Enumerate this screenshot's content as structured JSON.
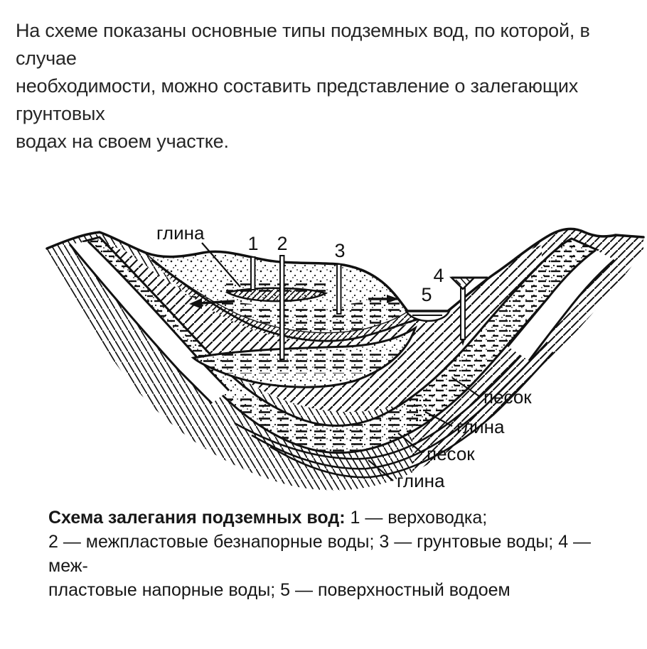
{
  "intro": {
    "lines": [
      "На схеме показаны основные типы подземных вод, по которой, в случае",
      "необходимости, можно составить представление о залегающих грунтовых",
      "водах на своем участке."
    ]
  },
  "diagram": {
    "labels": {
      "clay_top": "глина",
      "sand_right": "песок",
      "clay_right": "глина",
      "sand_lower": "песок",
      "clay_lower": "глина"
    },
    "well_numbers": {
      "w1": "1",
      "w2": "2",
      "w3": "3",
      "w4": "4",
      "w5": "5"
    }
  },
  "caption": {
    "bold": "Схема залегания подземных вод:",
    "line1_rest": " 1 — верховодка;",
    "line2": "2 — межпластовые безнапорные воды; 3 — грунтовые воды; 4 — меж-",
    "line3": "пластовые напорные воды; 5 — поверхностный водоем"
  },
  "colors": {
    "ink": "#141414",
    "background": "#ffffff"
  }
}
